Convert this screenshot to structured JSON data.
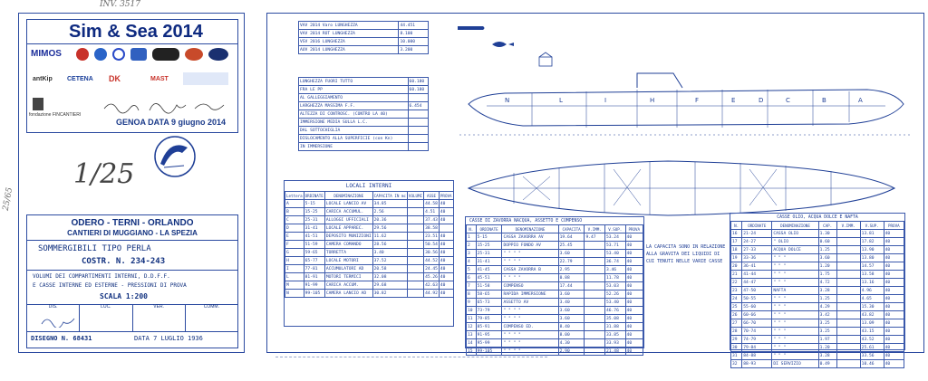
{
  "pencil_note_top": "INV. 3517",
  "pencil_note_side": "25/65",
  "left_sheet": {
    "event_title": "Sim & Sea  2014",
    "sponsor_logos": [
      "MIMOS",
      "antKip",
      "CETENA",
      "DK",
      "MAST"
    ],
    "foundation_label": "fondazione FINCANTIERI",
    "genoa_line": "GENOA DATA  9 giugno 2014",
    "scale_fraction": "1/25",
    "company": "ODERO - TERNI - ORLANDO",
    "shipyard": "CANTIERI DI MUGGIANO - LA SPEZIA",
    "vessel": "SOMMERGIBILI  TIPO PERLA",
    "construction": "COSTR. N. 234-243",
    "description_1": "VOLUMI DEI COMPARTIMENTI INTERNI, D.D.F.F.",
    "description_2": "E CASSE INTERNE ED ESTERNE - PRESSIONI DI PROVA",
    "scale": "SCALA 1:200",
    "sign_headers": [
      "DIS.",
      "LUC.",
      "VER.",
      "COMM."
    ],
    "drawing_number": "DISEGNO N. 68431",
    "date": "DATA  7 LUGLIO 1936"
  },
  "right_sheet": {
    "top_table": [
      [
        "VAV 2014 Varo LUNGHEZZA",
        "44.451"
      ],
      [
        "VAV 2014 ROT LUNGHEZZA",
        "8.100"
      ],
      [
        "VSV 2016 LUNGHEZZA",
        "10.000"
      ],
      [
        "AUV 2014 LUNGHEZZA",
        "3.200"
      ]
    ],
    "dimensions_table": [
      [
        "LUNGHEZZA FUORI TUTTO",
        "60.180"
      ],
      [
        "FRA LE PP",
        "60.180"
      ],
      [
        "AL GALLEGGIAMENTO",
        ""
      ],
      [
        "LARGHEZZA MASSIMA F.F.",
        "6.454"
      ],
      [
        "ALTEZZA DI CONTROSC. (CONTRO LA 40)",
        ""
      ],
      [
        "IMMERSIONE MEDIA SULLA L.C.",
        ""
      ],
      [
        "DAL SOTTOCHIGLIA",
        ""
      ],
      [
        "DISLOCAMENTO ALLA SUPERFICIE (con Kn)",
        ""
      ],
      [
        "IN IMMERSIONE",
        ""
      ]
    ],
    "internal_title": "LOCALI INTERNI",
    "internal_headers": [
      "Lettera",
      "ORDINATE",
      "DENOMINAZIONE",
      "CAPACITA IN mc",
      "VOLUMI",
      "ASSE",
      "PROVA"
    ],
    "internal_rows": [
      [
        "A",
        "5-15",
        "LOCALE LANCIO AV",
        "34.85",
        "",
        "44.58",
        "40"
      ],
      [
        "B",
        "15-25",
        "CARICA ACCUMUL.",
        "2.56",
        "",
        "4.51",
        "40"
      ],
      [
        "C",
        "25-31",
        "ALLOGGI UFFICIALI",
        "20.36",
        "",
        "37.43",
        "40"
      ],
      [
        "D",
        "31-41",
        "LOCALE APPAREC.",
        "29.56",
        "",
        "38.58",
        ""
      ],
      [
        "E",
        "41-51",
        "DEPOSITO MUNIZIONI",
        "11.62",
        "",
        "23.51",
        "40"
      ],
      [
        "F",
        "51-59",
        "CAMERA COMANDO",
        "28.56",
        "",
        "50.54",
        "40"
      ],
      [
        "G",
        "59-65",
        "TORRETTA",
        "3.40",
        "",
        "30.56",
        "40"
      ],
      [
        "H",
        "65-77",
        "LOCALE MOTORI",
        "37.52",
        "",
        "44.52",
        "40"
      ],
      [
        "I",
        "77-81",
        "ACCUMULATORI AD",
        "20.58",
        "",
        "24.45",
        "40"
      ],
      [
        "L",
        "81-91",
        "MOTORI TERMICI",
        "32.08",
        "",
        "45.26",
        "40"
      ],
      [
        "M",
        "91-99",
        "CARICA ACCUM.",
        "29.68",
        "",
        "42.63",
        "40"
      ],
      [
        "N",
        "99-105",
        "CAMERA LANCIO AD",
        "30.82",
        "",
        "44.92",
        "40"
      ]
    ],
    "ballast_title": "CASSE DI ZAVORRA NACQUA, ASSETTO E COMPENSO",
    "ballast_headers": [
      "N.",
      "ORDINATE",
      "DENOMINAZIONE",
      "CAPACITA",
      "V.IMM.",
      "V.SUP.",
      "PROVA"
    ],
    "ballast_rows": [
      [
        "1",
        "5-15",
        "CASSA ZAVORRA AV",
        "19.64",
        "9.47",
        "53.24",
        "40"
      ],
      [
        "2",
        "15-25",
        "DOPPIO FONDO AV",
        "25.45",
        "",
        "53.71",
        "40"
      ],
      [
        "3",
        "25-31",
        "\" \" \" \"",
        "3.60",
        "",
        "53.40",
        "40"
      ],
      [
        "4",
        "31-41",
        "\" \" \" \"",
        "22.79",
        "",
        "36.74",
        "40"
      ],
      [
        "5",
        "41-45",
        "CASSA ZAVORRA B",
        "2.95",
        "",
        "3.46",
        "40"
      ],
      [
        "6",
        "45-51",
        "\" \" \" \"",
        "0.88",
        "",
        "11.78",
        "40"
      ],
      [
        "7",
        "51-58",
        "COMPENSO",
        "17.44",
        "",
        "53.03",
        "40"
      ],
      [
        "8",
        "58-65",
        "RAPIDA IMMERSIONE",
        "3.60",
        "",
        "52.26",
        "40"
      ],
      [
        "9",
        "65-73",
        "ASSETTO AV",
        "3.40",
        "",
        "53.40",
        "40"
      ],
      [
        "10",
        "73-79",
        "\" \" \" \"",
        "3.60",
        "",
        "46.76",
        "40"
      ],
      [
        "11",
        "79-85",
        "\" \" \" \"",
        "3.60",
        "",
        "35.08",
        "40"
      ],
      [
        "12",
        "85-91",
        "COMPENSO ED. ",
        "8.40",
        "",
        "31.88",
        "40"
      ],
      [
        "13",
        "91-95",
        "\" \" \" \"",
        "8.00",
        "",
        "33.85",
        "40"
      ],
      [
        "14",
        "95-99",
        "\" \" \" \"",
        "4.30",
        "",
        "33.93",
        "40"
      ],
      [
        "15",
        "99-105",
        "\" \" \" \"",
        "2.90",
        "",
        "21.48",
        "40"
      ]
    ],
    "note": "LA CAPACITA SONO IN RELAZIONE ALLA GRAVITA DEI LIQUIDI DI CUI TENUTI NELLE VARIE CASSE",
    "oil_title": "CASSE OLIO, ACQUA DOLCE E NAFTA",
    "oil_headers": [
      "N.",
      "ORDINATE",
      "DENOMINAZIONE",
      "CAP.",
      "V.IMM.",
      "V.SUP.",
      "PROVA"
    ],
    "oil_rows": [
      [
        "16",
        "21-24",
        "CASSA OLIO",
        "1.30",
        "",
        "13.81",
        "40"
      ],
      [
        "17",
        "24-27",
        "\" OLIO",
        "0.60",
        "",
        "17.82",
        "40"
      ],
      [
        "18",
        "27-33",
        "ACQUA DOLCE",
        "1.25",
        "",
        "13.90",
        "40"
      ],
      [
        "19",
        "33-36",
        "\" \" \"",
        "3.60",
        "",
        "13.80",
        "40"
      ],
      [
        "20",
        "36-41",
        "\" \" \"",
        "1.20",
        "",
        "14.57",
        "40"
      ],
      [
        "21",
        "41-44",
        "\" \" \"",
        "1.75",
        "",
        "13.58",
        "40"
      ],
      [
        "22",
        "44-47",
        "\" \" \"",
        "4.72",
        "",
        "13.16",
        "40"
      ],
      [
        "23",
        "47-50",
        "NAFTA",
        "3.28",
        "",
        "4.96",
        "40"
      ],
      [
        "24",
        "50-55",
        "\" \" \"",
        "1.25",
        "",
        "4.65",
        "40"
      ],
      [
        "25",
        "55-60",
        "\" \" \"",
        "4.29",
        "",
        "15.30",
        "40"
      ],
      [
        "26",
        "60-66",
        "\" \" \"",
        "3.42",
        "",
        "43.82",
        "40"
      ],
      [
        "27",
        "66-70",
        "\" \" \"",
        "3.25",
        "",
        "13.09",
        "40"
      ],
      [
        "28",
        "70-74",
        "\" \" \"",
        "3.25",
        "",
        "43.15",
        "40"
      ],
      [
        "29",
        "74-79",
        "\" \" \"",
        "1.97",
        "",
        "43.52",
        "40"
      ],
      [
        "30",
        "79-84",
        "\" \" \"",
        "1.20",
        "",
        "25.61",
        "40"
      ],
      [
        "31",
        "84-88",
        "\" \" \"",
        "3.28",
        "",
        "33.56",
        "40"
      ],
      [
        "32",
        "88-93",
        "DI SERVIZIO",
        "0.49",
        "",
        "10.46",
        "40"
      ]
    ],
    "hull_labels": [
      "N",
      "L",
      "I",
      "H",
      "F",
      "E",
      "D",
      "C",
      "B",
      "A"
    ]
  },
  "colors": {
    "ink": "#1f3f96",
    "paper": "#ffffff",
    "pencil": "#6b6b6b"
  }
}
